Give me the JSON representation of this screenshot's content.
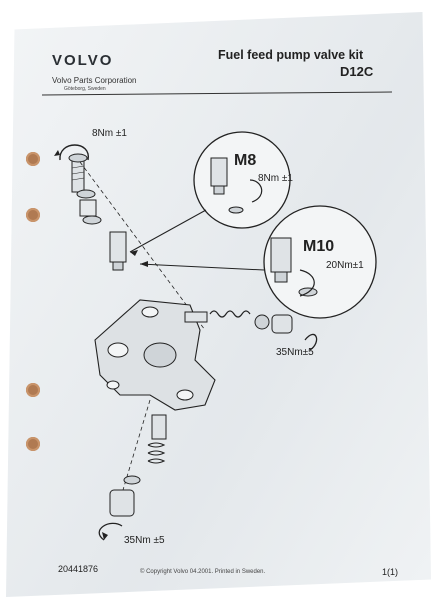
{
  "header": {
    "brand": "VOLVO",
    "corporation": "Volvo Parts Corporation",
    "city": "Göteborg, Sweden",
    "title": "Fuel feed pump valve kit",
    "model": "D12C"
  },
  "torques": {
    "top_bolt": "8Nm ±1",
    "m8_label": "M8",
    "m8_torque": "8Nm ±1",
    "m10_label": "M10",
    "m10_torque": "20Nm±1",
    "side_plug": "35Nm±5",
    "bottom_plug": "35Nm ±5"
  },
  "footer": {
    "part_number": "20441876",
    "copyright": "© Copyright Volvo 04.2001. Printed in Sweden.",
    "page": "1(1)"
  },
  "colors": {
    "paper": "#eef1f3",
    "ink": "#222222",
    "punch_hole": "#b07a52"
  }
}
